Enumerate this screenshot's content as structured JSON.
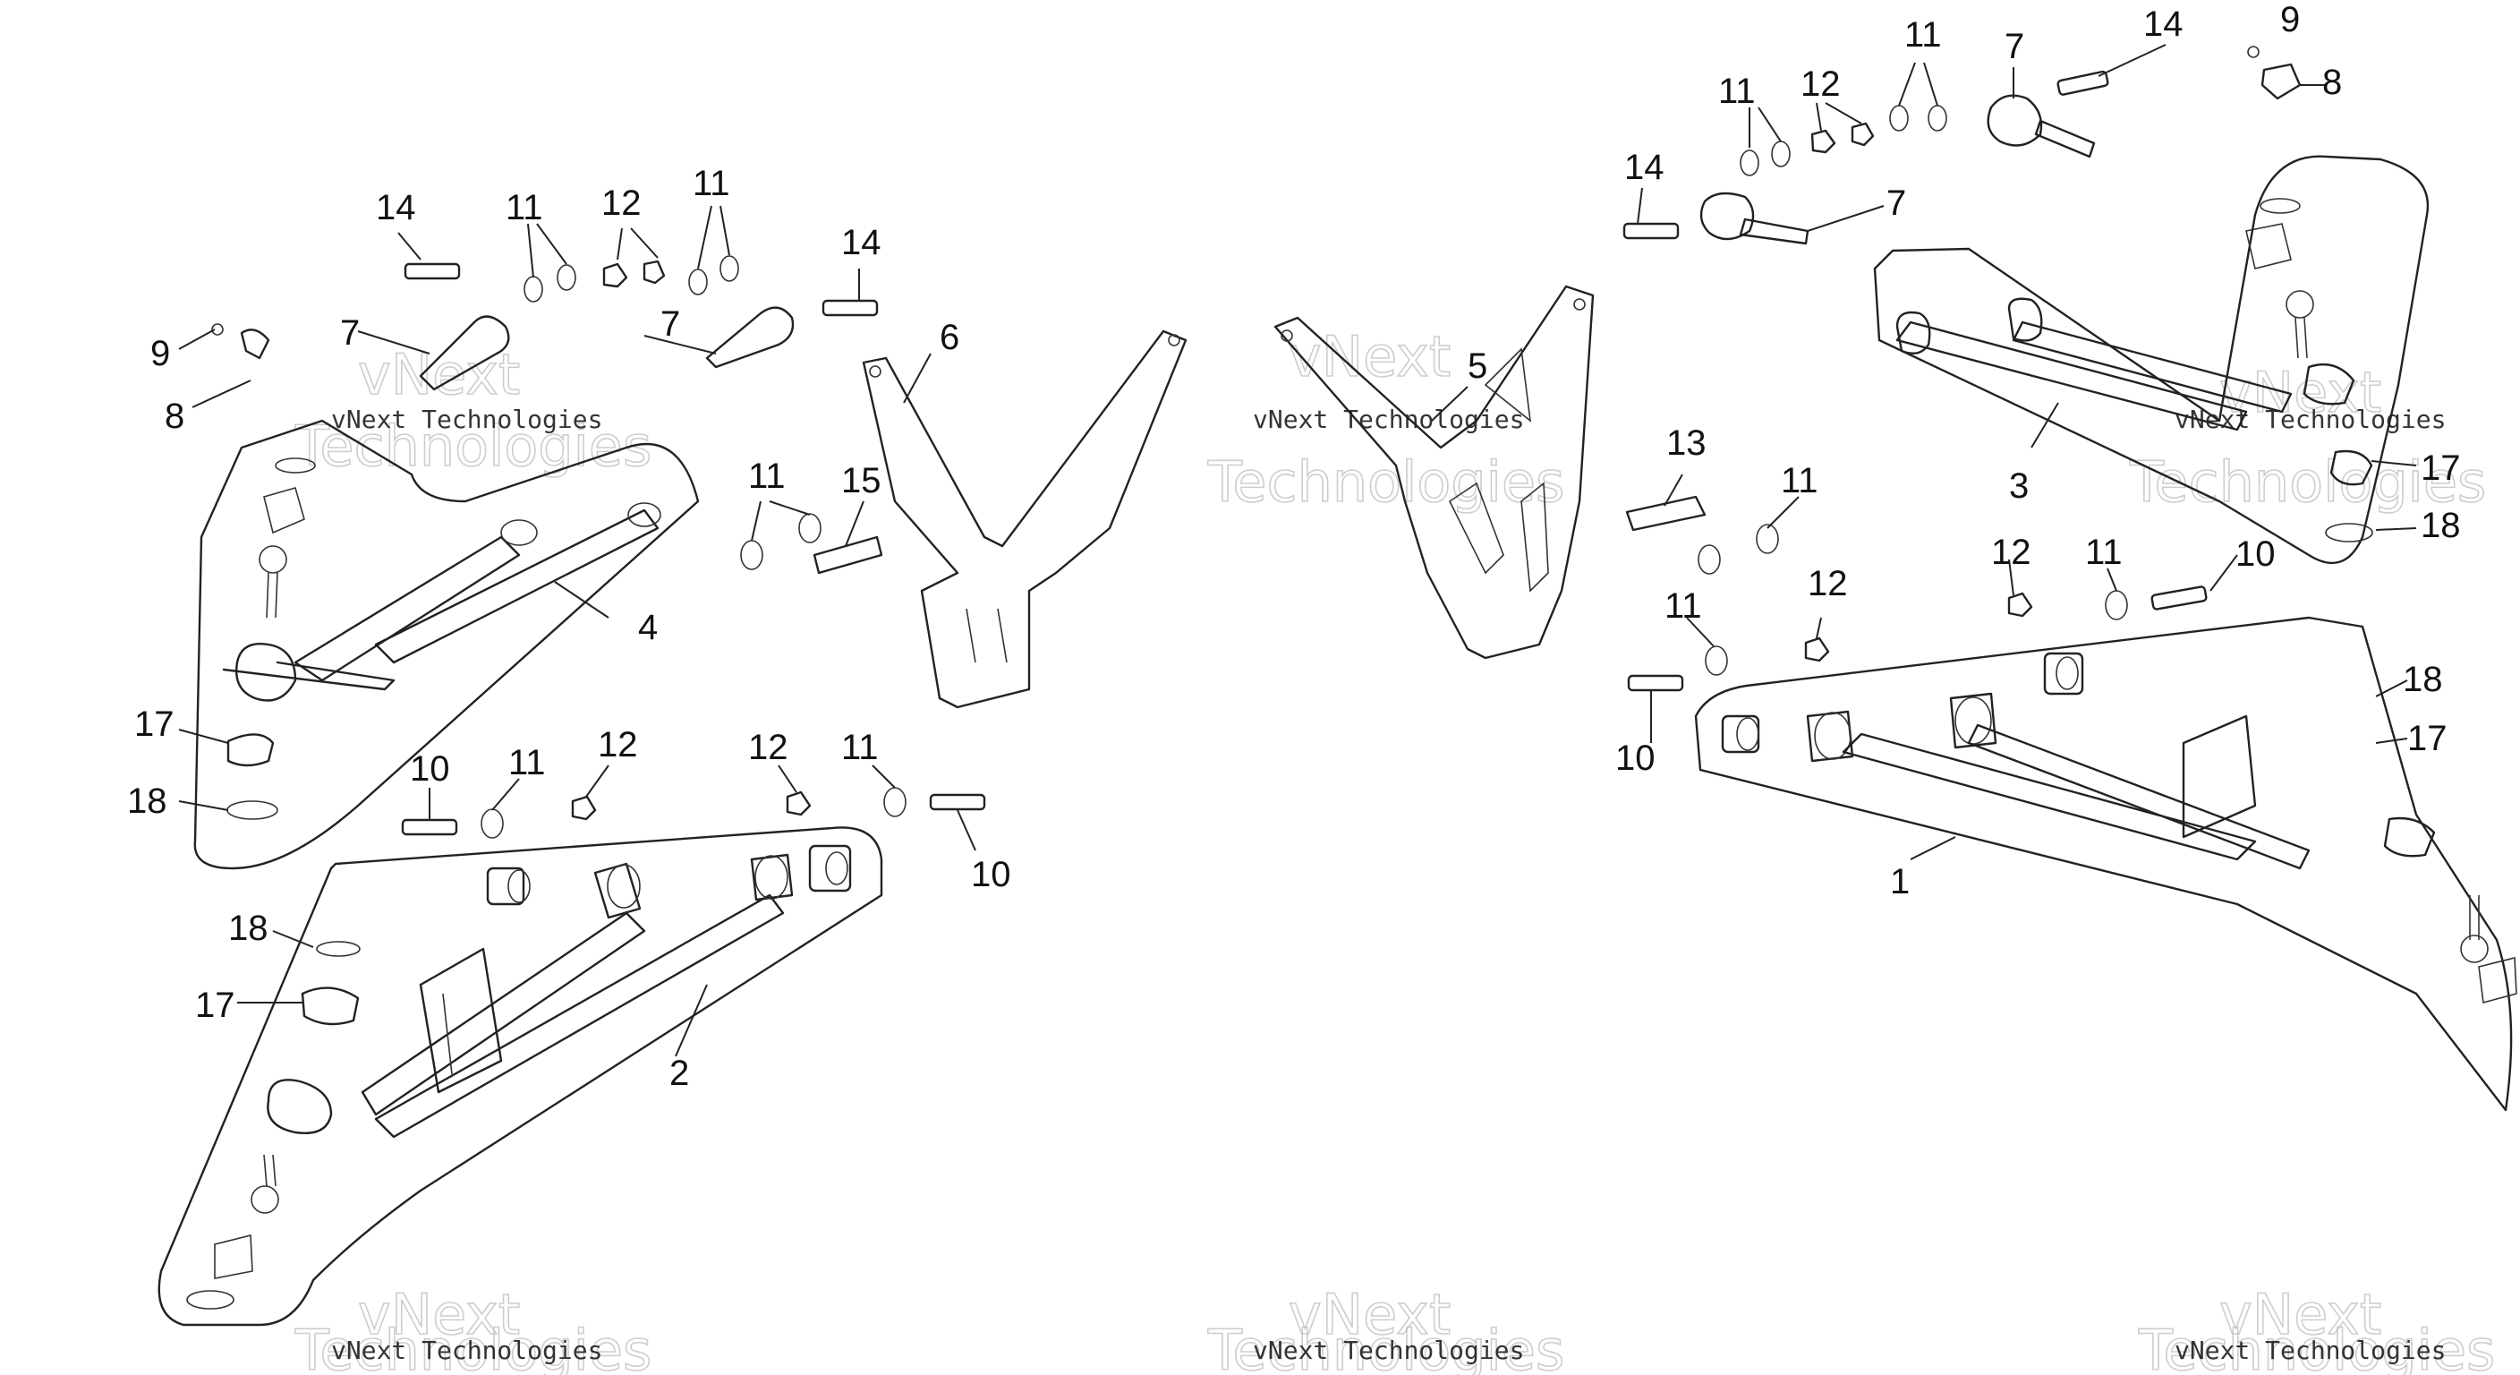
{
  "watermark": {
    "line1": "vNext Technologies",
    "line2": "vNext",
    "line3": "Technologies"
  },
  "callouts": {
    "left": {
      "c14a": "14",
      "c11a": "11",
      "c12a": "12",
      "c11b": "11",
      "c14b": "14",
      "c9": "9",
      "c8": "8",
      "c7a": "7",
      "c7b": "7",
      "c6": "6",
      "c4": "4",
      "c11c": "11",
      "c15": "15",
      "c17a": "17",
      "c18a": "18",
      "c10a": "10",
      "c11d": "11",
      "c12b": "12",
      "c12c": "12",
      "c11e": "11",
      "c10b": "10",
      "c18b": "18",
      "c17b": "17",
      "c2": "2"
    },
    "right": {
      "c11a": "11",
      "c7a": "7",
      "c14a": "14",
      "c9": "9",
      "c11b": "11",
      "c12a": "12",
      "c8": "8",
      "c14b": "14",
      "c7b": "7",
      "c5": "5",
      "c13": "13",
      "c11c": "11",
      "c3": "3",
      "c17a": "17",
      "c18a": "18",
      "c12b": "12",
      "c11d": "11",
      "c10a": "10",
      "c11e": "11",
      "c12c": "12",
      "c10b": "10",
      "c18b": "18",
      "c17b": "17",
      "c1": "1"
    }
  }
}
